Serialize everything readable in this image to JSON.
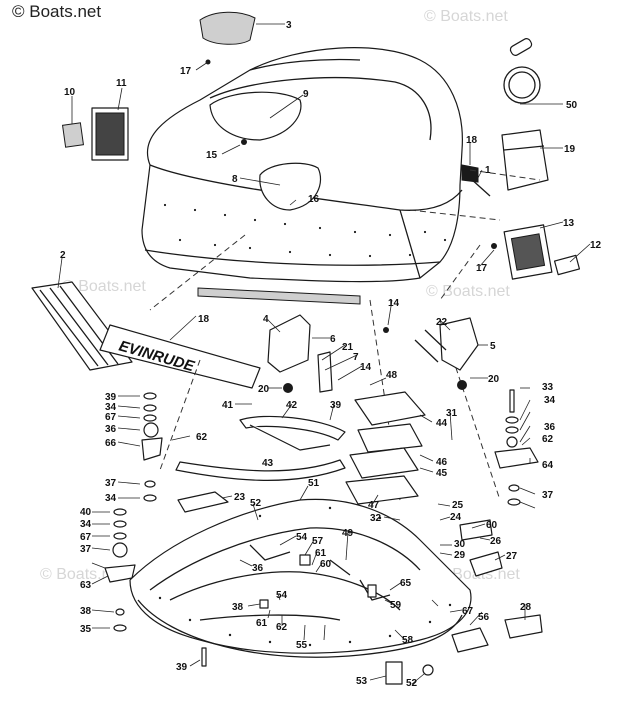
{
  "watermark": {
    "main": "© Boats.net",
    "faint": [
      "© Boats.net",
      "© Boats.net",
      "© Boats.net",
      "© Boats.net",
      "© Boats.net"
    ]
  },
  "diagram": {
    "brand_decal_text": "EVINRUDE",
    "part_numbers": [
      "1",
      "2",
      "3",
      "4",
      "5",
      "6",
      "7",
      "8",
      "9",
      "10",
      "11",
      "12",
      "13",
      "14",
      "14",
      "15",
      "16",
      "17",
      "17",
      "18",
      "18",
      "19",
      "20",
      "20",
      "21",
      "22",
      "23",
      "24",
      "25",
      "26",
      "27",
      "28",
      "29",
      "30",
      "31",
      "32",
      "33",
      "34",
      "34",
      "34",
      "34",
      "35",
      "36",
      "36",
      "36",
      "37",
      "37",
      "37",
      "38",
      "38",
      "39",
      "39",
      "39",
      "40",
      "41",
      "42",
      "43",
      "44",
      "45",
      "46",
      "47",
      "48",
      "49",
      "50",
      "51",
      "52",
      "52",
      "53",
      "54",
      "54",
      "55",
      "56",
      "57",
      "58",
      "59",
      "60",
      "60",
      "61",
      "61",
      "62",
      "62",
      "62",
      "63",
      "64",
      "65",
      "66",
      "67",
      "67",
      "67"
    ]
  }
}
